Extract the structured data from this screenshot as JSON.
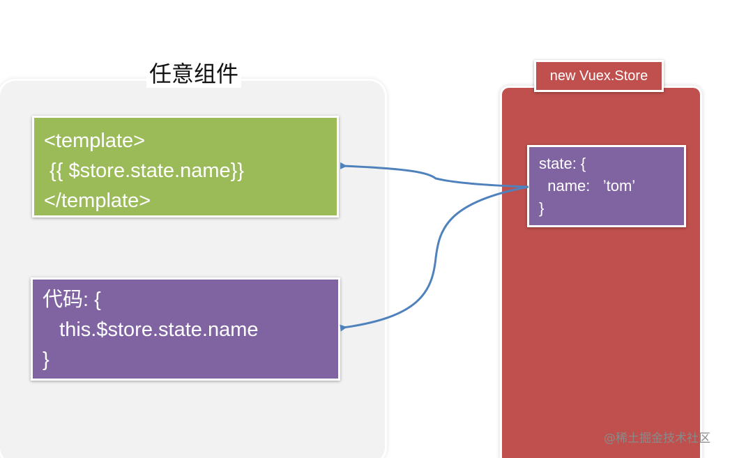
{
  "component": {
    "title": "任意组件"
  },
  "template_box": {
    "lines": [
      "<template>",
      " {{ $store.state.name}}",
      "</template>"
    ]
  },
  "code_box": {
    "lines": [
      "代码: {",
      "   this.$store.state.name",
      "}"
    ]
  },
  "store": {
    "label": "new Vuex.Store",
    "state_lines": [
      "state: {",
      "  name:   ’tom’",
      "}"
    ]
  },
  "colors": {
    "component_bg": "#f2f2f2",
    "template_green": "#9bbb59",
    "code_purple": "#8064a2",
    "store_red": "#c0504d",
    "arrow_blue": "#4f81bd"
  },
  "watermark": "@稀土掘金技术社区"
}
